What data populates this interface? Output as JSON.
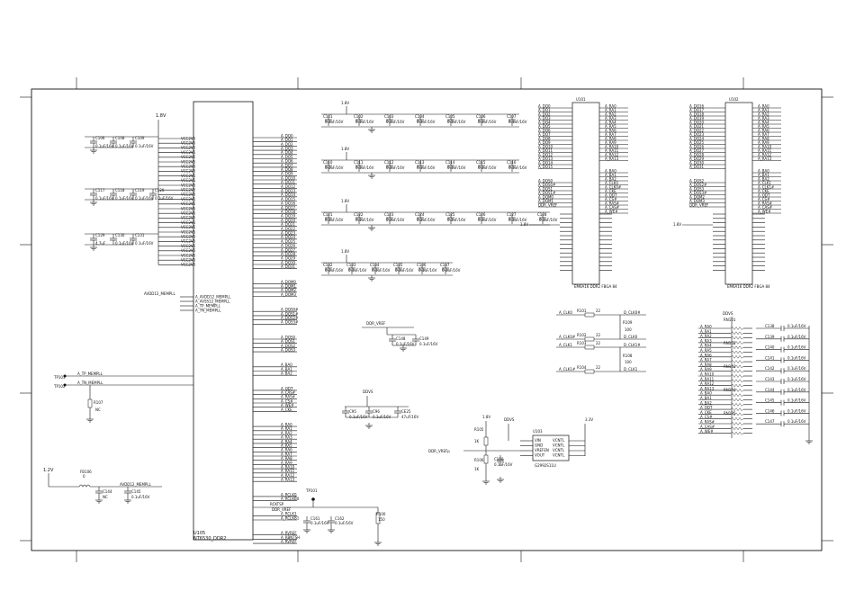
{
  "main_ic": {
    "ref": "U105",
    "part": "NT6530_DDR2",
    "vcc_pins": [
      "VCC2V5",
      "VCC2V5",
      "VCC2V5",
      "VCC2V5",
      "VCC2V5",
      "VCC2V5",
      "VCC2V5",
      "VCC2V5",
      "VCC2V5",
      "VCC2V5",
      "VCC2V5",
      "VCC2V5",
      "VCC2V5",
      "VCC2V5",
      "VCC2V5",
      "VCC2V5",
      "VCC2V5",
      "VCC2V5",
      "VCC2V5",
      "VCC2V5",
      "VCC2V5",
      "VCC2V5",
      "VCC2V5",
      "VCC2V5",
      "VCC2V5",
      "VCC2V5",
      "VCC2V5",
      "VCC2V5"
    ],
    "left_mid_pins": [
      "A_AVDD12_MEMPLL",
      "A_AVSS12_MEMPLL",
      "A_TP_MEMPLL",
      "A_TN_MEMPLL"
    ],
    "right_groups": [
      [
        "A_DQ0",
        "A_DQ1",
        "A_DQ2",
        "A_DQ3",
        "A_DQ4",
        "A_DQ5",
        "A_DQ6",
        "A_DQ7",
        "A_DQ8",
        "A_DQ9",
        "A_DQ10",
        "A_DQ11",
        "A_DQ12",
        "A_DQ13",
        "A_DQ14",
        "A_DQ15",
        "A_DQ16",
        "A_DQ17",
        "A_DQ18",
        "A_DQ19",
        "A_DQ20",
        "A_DQ21",
        "A_DQ22",
        "A_DQ23",
        "A_DQ24",
        "A_DQ25",
        "A_DQ26",
        "A_DQ27",
        "A_DQ28",
        "A_DQ29",
        "A_DQ30",
        "A_DQ31"
      ],
      [
        "A_DQM0",
        "A_DQM1",
        "A_DQM2",
        "A_DQM3"
      ],
      [
        "A_DQS0#",
        "A_DQS1#",
        "A_DQS2#",
        "A_DQS3#"
      ],
      [
        "A_DQS0",
        "A_DQS1",
        "A_DQS2",
        "A_DQS3"
      ],
      [
        "A_BA0",
        "A_BA1",
        "A_BA2"
      ],
      [
        "A_ODT",
        "A_CAS#",
        "A_RAS#",
        "A_CS#",
        "A_WE#",
        "A_CKE"
      ],
      [
        "A_RA0",
        "A_RA1",
        "A_RA2",
        "A_RA3",
        "A_RA4",
        "A_RA5",
        "A_RA6",
        "A_RA7",
        "A_RA8",
        "A_RA9",
        "A_RA10",
        "A_RA11",
        "A_RA12",
        "A_RA13"
      ],
      [
        "A_RCLK0",
        "A_RCLKB0"
      ],
      [
        "A_RCLK1",
        "A_RCLKB1"
      ],
      [
        "A_RVREF",
        "A_RBNTSH",
        "A_RVREF"
      ]
    ]
  },
  "left_caps": {
    "supply": "1.8V",
    "groups": [
      {
        "refs": [
          "C106",
          "C108",
          "C109"
        ],
        "values": [
          "0.1uF/16V",
          "0.1uF/16V",
          "0.1uF/16V"
        ]
      },
      {
        "refs": [
          "C117",
          "C118",
          "C119",
          "C120"
        ],
        "values": [
          "0.1uF/16V",
          "0.1uF/16V",
          "0.1uF/16V",
          "0.1uF/16V"
        ]
      },
      {
        "refs": [
          "C129",
          "C130",
          "C131"
        ],
        "values": [
          "4.7uF",
          "0.1uF/16V",
          "0.1uF/16V"
        ]
      }
    ]
  },
  "mempll": {
    "net": "AVDD12_MEMPLL",
    "tp": [
      {
        "ref": "TP103",
        "net": "A_TP_MEMPLL"
      },
      {
        "ref": "TP102",
        "net": "A_TN_MEMPLL"
      }
    ],
    "r_ref": "R107",
    "r_val": "NC",
    "supply": "1.2V",
    "bead": "FB106",
    "bead_val": "0",
    "caps": [
      {
        "ref": "C144",
        "val": "NC"
      },
      {
        "ref": "C145",
        "val": "0.1uF/16V"
      }
    ]
  },
  "decoupling_rows": [
    {
      "supply": "1.8V",
      "refs": [
        "C101",
        "C102",
        "C103",
        "C104",
        "C105",
        "C106",
        "C107"
      ],
      "vals": [
        "0.1uF/16V",
        "0.1uF/16V",
        "0.1uF/16V",
        "0.1uF/16V",
        "0.1uF/16V",
        "0.1uF/16V",
        "0.1uF/16V"
      ]
    },
    {
      "supply": "1.8V",
      "refs": [
        "C110",
        "C111",
        "C112",
        "C113",
        "C114",
        "C115",
        "C116"
      ],
      "vals": [
        "0.1uF/16V",
        "0.1uF/16V",
        "0.1uF/16V",
        "0.1uF/16V",
        "0.1uF/16V",
        "0.1uF/16V",
        "0.1uF/16V"
      ]
    },
    {
      "supply": "1.8V",
      "refs": [
        "C121",
        "C122",
        "C123",
        "C124",
        "C125",
        "C126",
        "C127",
        "C128"
      ],
      "vals": [
        "0.1uF/16V",
        "0.1uF/16V",
        "0.1uF/16V",
        "0.1uF/16V",
        "0.1uF/16V",
        "0.1uF/16V",
        "0.1uF/16V",
        "0.1uF/16V"
      ]
    },
    {
      "supply": "1.8V",
      "refs": [
        "C132",
        "C133",
        "C134",
        "C135",
        "C136",
        "C137"
      ],
      "vals": [
        "0.1uF/16V",
        "0.1uF/16V",
        "0.1uF/16V",
        "0.1uF/16V",
        "0.1uF/16V",
        "0.1uF/16V"
      ]
    }
  ],
  "ddr_vref": {
    "net": "DDR_VREF",
    "caps": [
      {
        "ref": "C148",
        "val": "0.1uF/16V"
      },
      {
        "ref": "C149",
        "val": "0.1uF/16V"
      }
    ]
  },
  "ddr_vtt": {
    "net": "DDVS",
    "caps": [
      {
        "ref": "C95",
        "val": "0.1uF/16V"
      },
      {
        "ref": "C96",
        "val": "0.1uF/16V"
      },
      {
        "ref": "CE25",
        "val": "47uF/16V"
      }
    ]
  },
  "rvref": {
    "tp": "TP101",
    "net": "RCKTSP",
    "vref": "DDR_VREF",
    "resistor": {
      "ref": "R100",
      "val": "150"
    },
    "caps": [
      {
        "ref": "C161",
        "val": "0.1uF/16V"
      },
      {
        "ref": "C162",
        "val": "0.1uF/16V"
      }
    ]
  },
  "regulator": {
    "ref": "U103",
    "part": "G2992S11U",
    "pins_left": [
      "VIN",
      "GND",
      "VREFEN",
      "VOUT"
    ],
    "pins_right": [
      "VCNTL",
      "VCNTL",
      "VCNTL",
      "VCNTL"
    ],
    "supply_left": "1.8V",
    "supply_mid": "DDVS",
    "supply_right": "3.3V",
    "vref_net": "DDR_VREFp",
    "res": [
      {
        "ref": "R105",
        "val": "1K"
      },
      {
        "ref": "R106",
        "val": "1K"
      }
    ],
    "cap": {
      "ref": "C150",
      "val": "0.1uF/16V"
    }
  },
  "clocks": {
    "inputs": [
      "A_CLK0",
      "A_CLK0#",
      "A_CLK1",
      "A_CLK1#"
    ],
    "resistors": [
      "R101",
      "R102",
      "R103",
      "R104"
    ],
    "outputs": [
      "D_CLK0#",
      "D_CLK0",
      "D_CLK1#",
      "D_CLK1"
    ],
    "term": [
      {
        "ref": "R109",
        "val": "100"
      },
      {
        "ref": "R108",
        "val": "100"
      }
    ],
    "res_val": "22"
  },
  "ddr_chips": [
    {
      "ref": "U101",
      "part": "EM6A16 DDR2 FBGA 84",
      "dq": [
        "A_DQ0",
        "A_DQ1",
        "A_DQ2",
        "A_DQ3",
        "A_DQ4",
        "A_DQ5",
        "A_DQ6",
        "A_DQ7",
        "A_DQ8",
        "A_DQ9",
        "A_DQ10",
        "A_DQ11",
        "A_DQ12",
        "A_DQ13",
        "A_DQ14",
        "A_DQ15"
      ],
      "ctrl": [
        "A_DQS0",
        "A_DQS0#",
        "A_DQS1",
        "A_DQS1#",
        "A_DQM0",
        "A_DQM1",
        "DDR_VREF"
      ],
      "addr": [
        "A_RA0",
        "A_RA1",
        "A_RA2",
        "A_RA3",
        "A_RA4",
        "A_RA5",
        "A_RA6",
        "A_RA7",
        "A_RA8",
        "A_RA9",
        "A_RA10",
        "A_RA11",
        "A_RA12",
        "A_RA13"
      ],
      "cmd": [
        "A_BA0",
        "A_BA1",
        "A_BA2",
        "A_CLK0",
        "A_CLK0#",
        "A_CKE",
        "A_ODT",
        "A_CS#",
        "A_RAS#",
        "A_CAS#",
        "A_WE#"
      ],
      "supply": "1.8V"
    },
    {
      "ref": "U102",
      "part": "EM6A16 DDR2 FBGA 84",
      "dq": [
        "A_DQ16",
        "A_DQ17",
        "A_DQ18",
        "A_DQ19",
        "A_DQ20",
        "A_DQ21",
        "A_DQ22",
        "A_DQ23",
        "A_DQ24",
        "A_DQ25",
        "A_DQ26",
        "A_DQ27",
        "A_DQ28",
        "A_DQ29",
        "A_DQ30",
        "A_DQ31"
      ],
      "ctrl": [
        "A_DQS2",
        "A_DQS2#",
        "A_DQS3",
        "A_DQS3#",
        "A_DQM2",
        "A_DQM3",
        "DDR_VREF"
      ],
      "addr": [
        "A_RA0",
        "A_RA1",
        "A_RA2",
        "A_RA3",
        "A_RA4",
        "A_RA5",
        "A_RA6",
        "A_RA7",
        "A_RA8",
        "A_RA9",
        "A_RA10",
        "A_RA11",
        "A_RA12",
        "A_RA13"
      ],
      "cmd": [
        "A_BA0",
        "A_BA1",
        "A_BA2",
        "A_CLK1",
        "A_CLK1#",
        "A_CKE",
        "A_ODT",
        "A_CS#",
        "A_RAS#",
        "A_CAS#",
        "A_WE#"
      ],
      "supply": "1.8V"
    }
  ],
  "rn_array": {
    "supply": "DDVS",
    "packs": [
      "RN101",
      "RN102",
      "RN103",
      "RN104",
      "RN105"
    ],
    "nets": [
      "A_RA0",
      "A_RA1",
      "A_RA2",
      "A_RA3",
      "A_RA4",
      "A_RA5",
      "A_RA6",
      "A_RA7",
      "A_RA8",
      "A_RA9",
      "A_RA10",
      "A_RA11",
      "A_RA12",
      "A_RA13",
      "A_BA0",
      "A_BA1",
      "A_BA2",
      "A_ODT",
      "A_CKE",
      "A_CS#",
      "A_RAS#",
      "A_CAS#",
      "A_WE#"
    ],
    "caps": [
      "C138",
      "C139",
      "C140",
      "C141",
      "C142",
      "C143",
      "C144",
      "C145",
      "C146",
      "C147"
    ],
    "cap_val": "0.1uF/16V",
    "res_val": "56"
  }
}
